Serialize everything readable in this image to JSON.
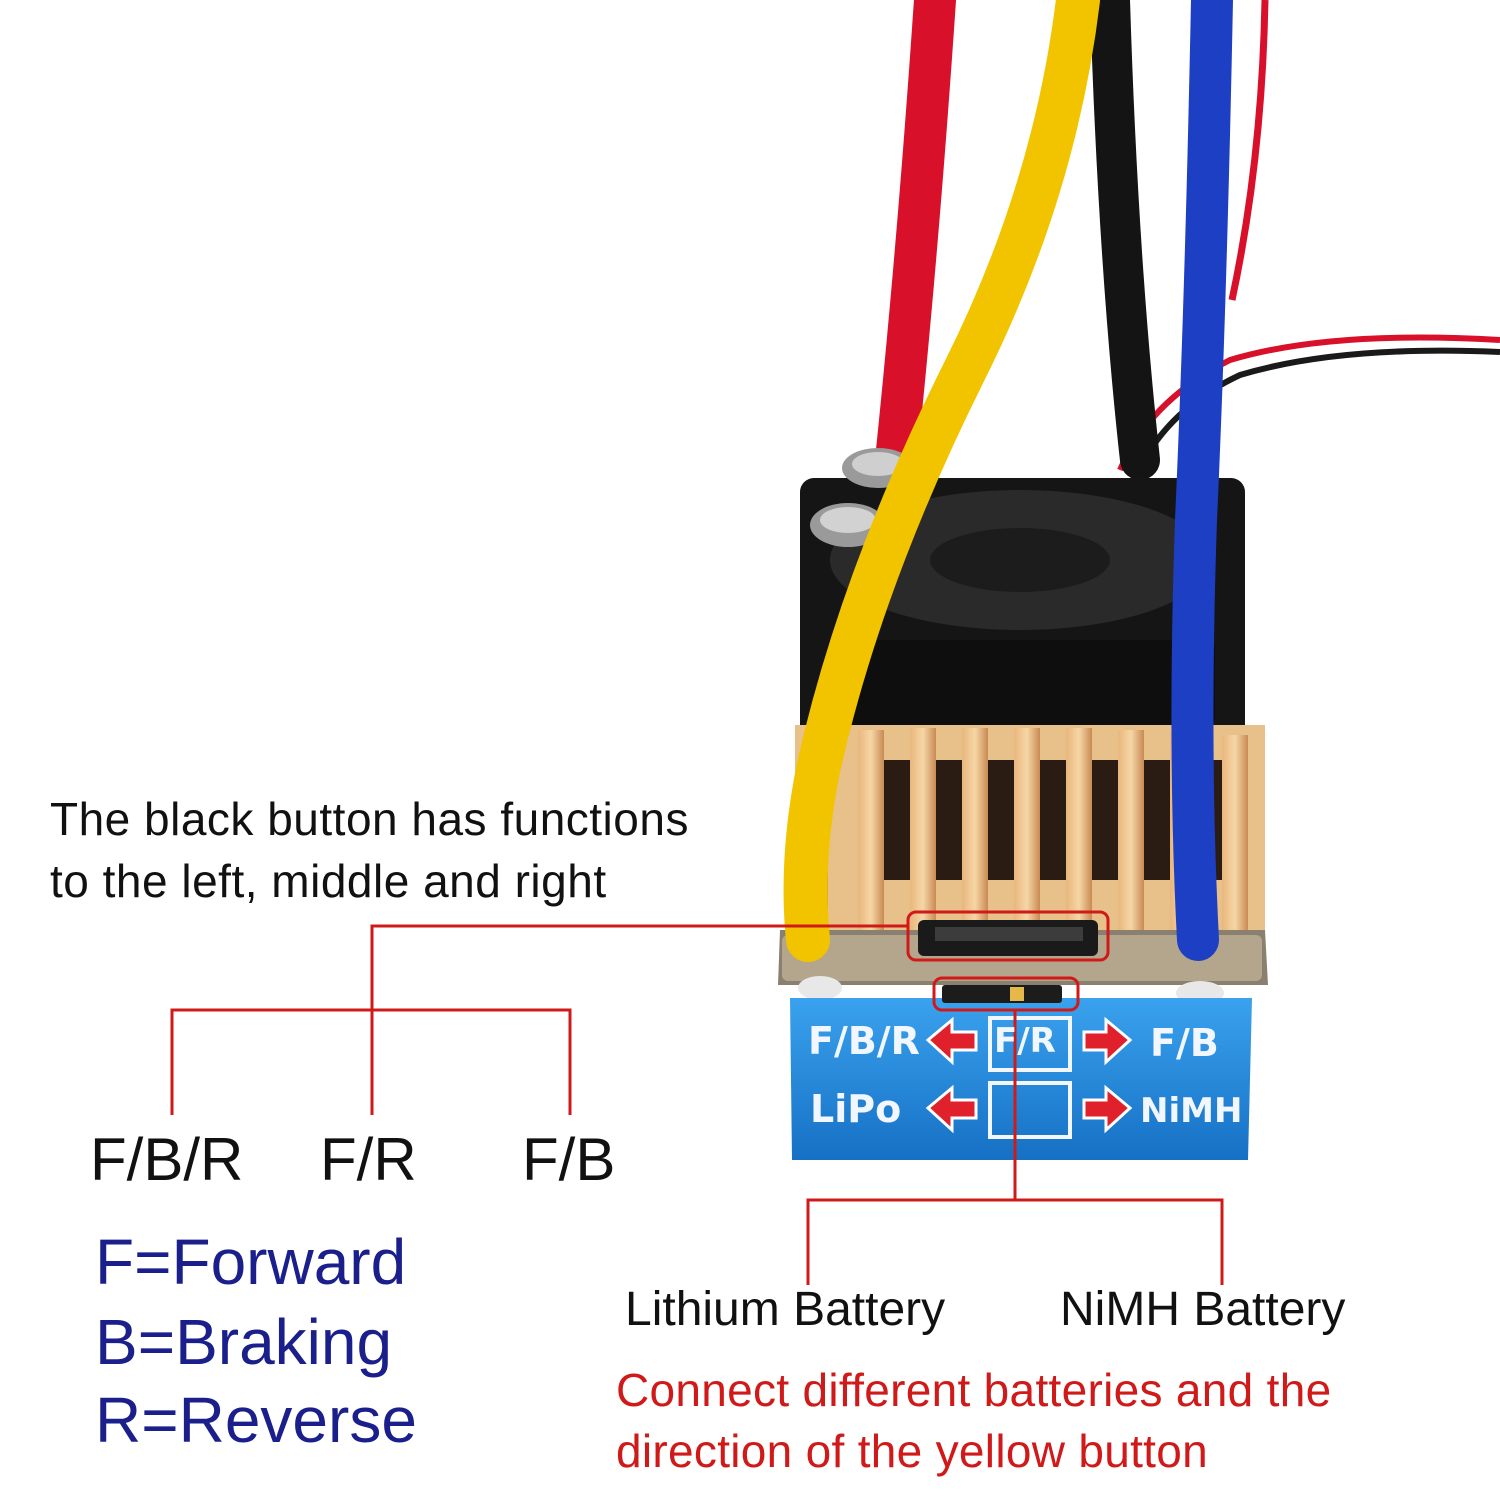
{
  "description": {
    "line1": "The black button has functions",
    "line2": "to the left, middle and right"
  },
  "modes": [
    "F/B/R",
    "F/R",
    "F/B"
  ],
  "legend": [
    "F=Forward",
    "B=Braking",
    "R=Reverse"
  ],
  "batteries": [
    "Lithium Battery",
    "NiMH Battery"
  ],
  "note": {
    "line1": "Connect different batteries and the",
    "line2": "direction of the yellow button"
  },
  "panel": {
    "left_top": "F/B/R",
    "center_top": "F/R",
    "right_top": "F/B",
    "left_bottom": "LiPo",
    "right_bottom": "NiMH"
  },
  "colors": {
    "callout_line": "#d01919",
    "legend_text": "#1a1f8c",
    "note_text": "#d01919",
    "label_panel": "#1e86d8",
    "wire_red": "#d8102a",
    "wire_yellow": "#f2c400",
    "wire_black": "#141414",
    "wire_blue": "#1d3fc4"
  }
}
